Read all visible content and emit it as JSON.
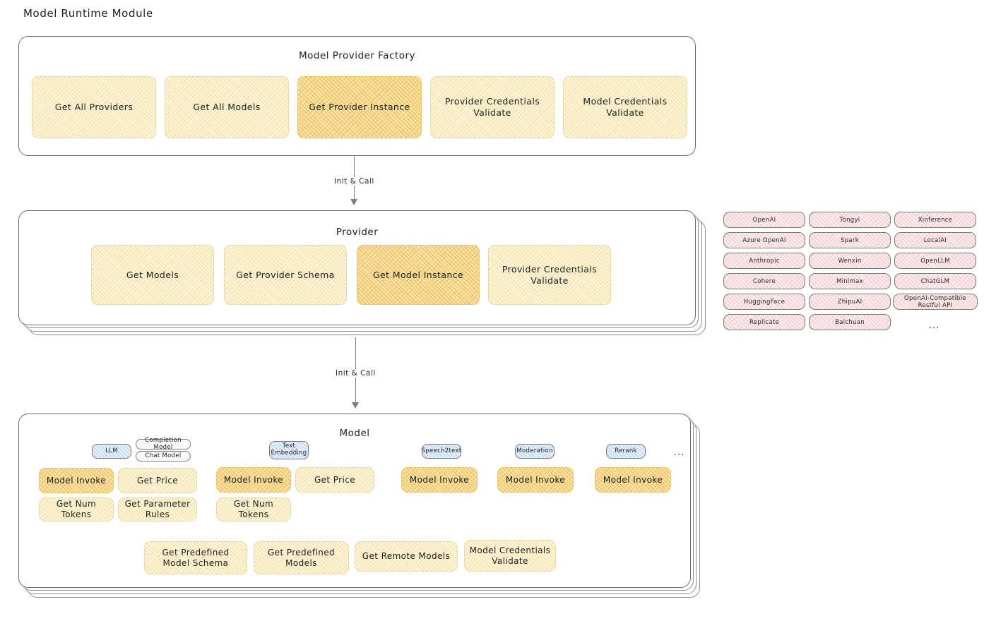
{
  "title": "Model Runtime Module",
  "colors": {
    "node_fill": "#fdf6dd",
    "node_highlight_fill": "#fbe3a8",
    "chip_fill": "#fdeeee",
    "badge_fill": "#e2eefb",
    "stroke": "#6c6c6c"
  },
  "arrows": [
    {
      "label": "Init & Call"
    },
    {
      "label": "Init & Call"
    }
  ],
  "factory": {
    "title": "Model Provider Factory",
    "nodes": [
      {
        "label": "Get All Providers",
        "highlight": false
      },
      {
        "label": "Get All Models",
        "highlight": false
      },
      {
        "label": "Get Provider Instance",
        "highlight": true
      },
      {
        "label": "Provider Credentials Validate",
        "highlight": false
      },
      {
        "label": "Model Credentials Validate",
        "highlight": false
      }
    ]
  },
  "provider": {
    "title": "Provider",
    "nodes": [
      {
        "label": "Get Models",
        "highlight": false
      },
      {
        "label": "Get Provider Schema",
        "highlight": false
      },
      {
        "label": "Get Model Instance",
        "highlight": true
      },
      {
        "label": "Provider Credentials Validate",
        "highlight": false
      }
    ]
  },
  "provider_list": {
    "ellipsis": "...",
    "columns": [
      [
        "OpenAI",
        "Azure OpenAI",
        "Anthropic",
        "Cohere",
        "HuggingFace",
        "Replicate"
      ],
      [
        "Tongyi",
        "Spark",
        "Wenxin",
        "Minimax",
        "ZhipuAI",
        "Baichuan"
      ],
      [
        "Xinference",
        "LocalAI",
        "OpenLLM",
        "ChatGLM",
        "OpenAI-Compatible Restful API"
      ]
    ]
  },
  "model": {
    "title": "Model",
    "ellipsis": "...",
    "groups": [
      {
        "badge": "LLM",
        "sub_badges": [
          "Completion Model",
          "Chat Model"
        ],
        "nodes": [
          {
            "label": "Model Invoke",
            "highlight": true
          },
          {
            "label": "Get Price",
            "highlight": false
          },
          {
            "label": "Get Num Tokens",
            "highlight": false
          },
          {
            "label": "Get Parameter Rules",
            "highlight": false
          }
        ]
      },
      {
        "badge": "Text Embedding",
        "sub_badges": [],
        "nodes": [
          {
            "label": "Model Invoke",
            "highlight": true
          },
          {
            "label": "Get Price",
            "highlight": false
          },
          {
            "label": "Get Num Tokens",
            "highlight": false
          }
        ]
      },
      {
        "badge": "Speech2text",
        "sub_badges": [],
        "nodes": [
          {
            "label": "Model Invoke",
            "highlight": true
          }
        ]
      },
      {
        "badge": "Moderation",
        "sub_badges": [],
        "nodes": [
          {
            "label": "Model Invoke",
            "highlight": true
          }
        ]
      },
      {
        "badge": "Rerank",
        "sub_badges": [],
        "nodes": [
          {
            "label": "Model Invoke",
            "highlight": true
          }
        ]
      }
    ],
    "common_nodes": [
      {
        "label": "Get Predefined Model Schema"
      },
      {
        "label": "Get Predefined Models"
      },
      {
        "label": "Get Remote Models"
      },
      {
        "label": "Model Credentials Validate"
      }
    ]
  }
}
